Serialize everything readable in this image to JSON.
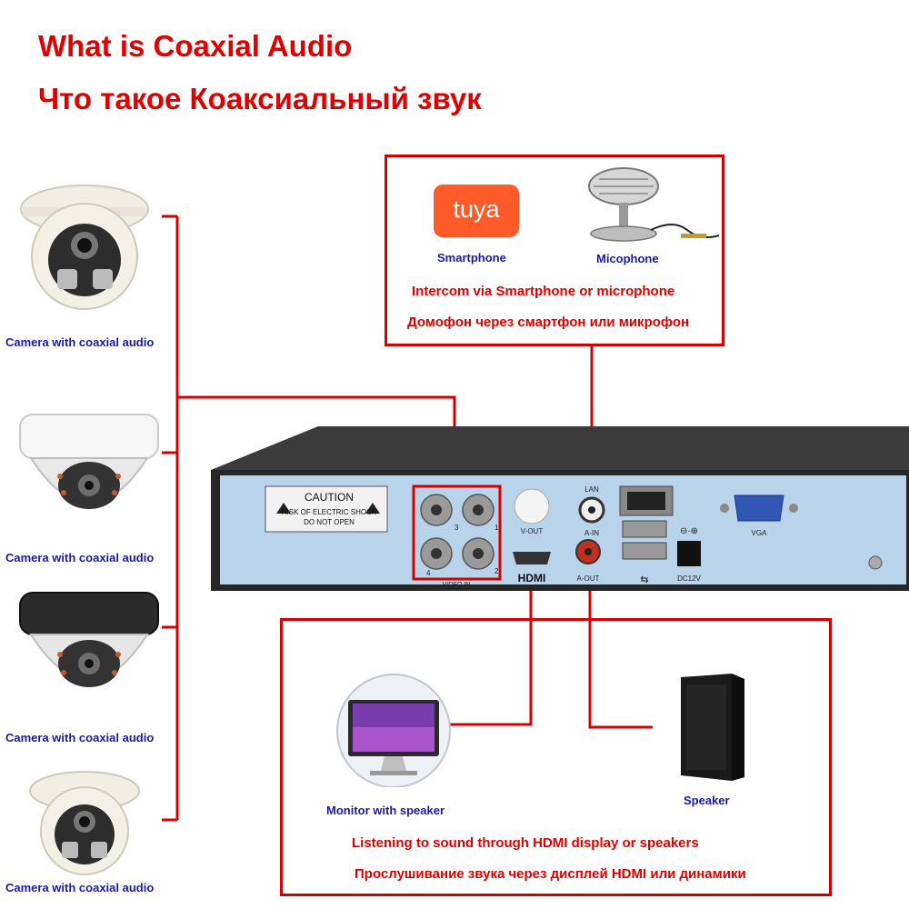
{
  "title_en": "What is Coaxial Audio",
  "title_ru": "Что такое Коаксиальный звук",
  "cameras": [
    {
      "label": "Camera with coaxial audio"
    },
    {
      "label": "Camera with coaxial audio"
    },
    {
      "label": "Camera with coaxial audio"
    },
    {
      "label": "Camera with coaxial audio"
    }
  ],
  "intercom": {
    "app_logo": "tuya",
    "smartphone_label": "Smartphone",
    "microphone_label": "Micophone",
    "caption_en": "Intercom via Smartphone or microphone",
    "caption_ru": "Домофон через смартфон или микрофон"
  },
  "dvr": {
    "caution": "CAUTION",
    "warning_line1": "RISK OF ELECTRIC SHOCK",
    "warning_line2": "DO NOT OPEN",
    "bnc_numbers": [
      "3",
      "1",
      "4",
      "2"
    ],
    "video_in": "VIDEO IN",
    "v_out": "V-OUT",
    "hdmi": "HDMI",
    "lan": "LAN",
    "a_in": "A-IN",
    "a_out": "A-OUT",
    "vga": "VGA",
    "dc": "DC12V",
    "usb": "⇆"
  },
  "output": {
    "monitor_label": "Monitor with speaker",
    "speaker_label": "Speaker",
    "caption_en": "Listening to sound through HDMI display or speakers",
    "caption_ru": "Прослушивание звука через дисплей HDMI или динамики"
  },
  "colors": {
    "accent": "#e00000",
    "label_blue": "#1a1aa8",
    "panel": "#b9d3ea",
    "chassis": "#2a2a2a"
  }
}
